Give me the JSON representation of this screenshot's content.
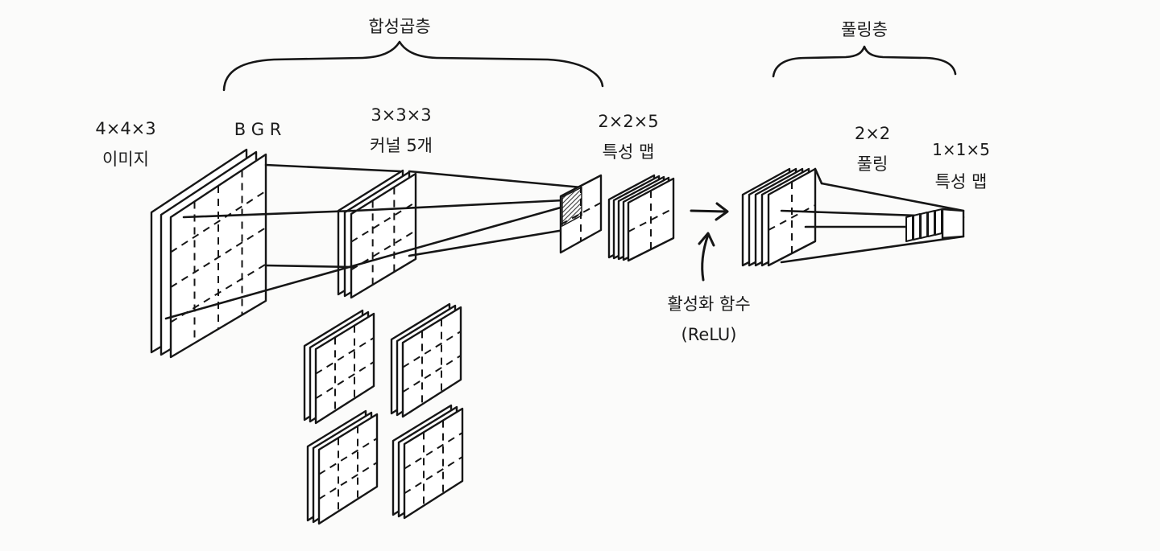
{
  "labels": {
    "conv_layer": "합성곱층",
    "pool_layer": "풀링층",
    "input_size": "4×4×3",
    "input_name": "이미지",
    "channels": "B G R",
    "kernel_size": "3×3×3",
    "kernel_name": "커널 5개",
    "fmap_size": "2×2×5",
    "fmap_name": "특성 맵",
    "pool_size": "2×2",
    "pool_name": "풀링",
    "out_size": "1×1×5",
    "out_name": "특성 맵",
    "activation": "활성화 함수",
    "activation_sub": "(ReLU)"
  },
  "colors": {
    "ink": "#161616",
    "sheet": "#ffffff",
    "hatch": "#3a3a3a",
    "background": "#fbfbfa"
  }
}
